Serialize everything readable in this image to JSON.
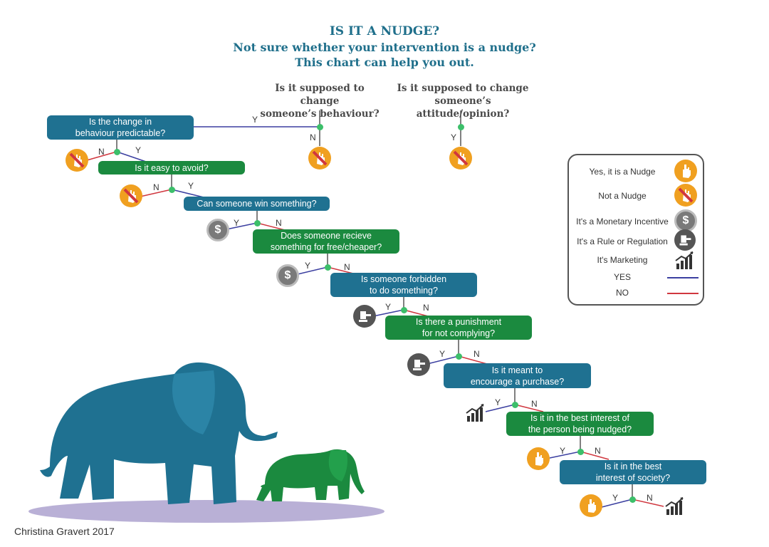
{
  "header": {
    "title": "IS IT A NUDGE?",
    "subtitle_1": "Not sure whether your intervention is a nudge?",
    "subtitle_2": "This chart can help you out."
  },
  "top_questions": {
    "behaviour": "Is it supposed to change\nsomeone’s behaviour?",
    "attitude": "Is it supposed to change\nsomeone’s attitude/opinion?"
  },
  "questions": [
    {
      "id": "q1",
      "text": "Is the change in\nbehaviour predictable?",
      "color": "blue"
    },
    {
      "id": "q2",
      "text": "Is it easy to avoid?",
      "color": "green"
    },
    {
      "id": "q3",
      "text": "Can someone win something?",
      "color": "blue"
    },
    {
      "id": "q4",
      "text": "Does someone recieve\nsomething for free/cheaper?",
      "color": "green"
    },
    {
      "id": "q5",
      "text": "Is someone forbidden\nto do something?",
      "color": "blue"
    },
    {
      "id": "q6",
      "text": "Is there a punishment\nfor not complying?",
      "color": "green"
    },
    {
      "id": "q7",
      "text": "Is it meant to\nencourage a purchase?",
      "color": "blue"
    },
    {
      "id": "q8",
      "text": "Is it in the best interest of\nthe person being nudged?",
      "color": "green"
    },
    {
      "id": "q9",
      "text": "Is it in the best\ninterest of society?",
      "color": "blue"
    }
  ],
  "labels": {
    "yes": "Y",
    "no": "N"
  },
  "legend": {
    "nudge": "Yes, it is a Nudge",
    "not_nudge": "Not a Nudge",
    "monetary": "It's a Monetary Incentive",
    "rule": "It's a Rule or Regulation",
    "marketing": "It's Marketing",
    "yes": "YES",
    "no": "NO"
  },
  "colors": {
    "blue_box": "#1f7191",
    "green_box": "#1b8a3f",
    "yes_line": "#3b3fa0",
    "no_line": "#d0373f",
    "node": "#3cbf6a",
    "title": "#1f6f8b",
    "orange_icon": "#f0a020",
    "elephant_large": "#1f7191",
    "elephant_small": "#1b8a3f",
    "shadow": "#b9b0d6"
  },
  "icons": [
    "hand-pointer-icon",
    "no-entry-icon",
    "dollar-coin-icon",
    "gavel-icon",
    "chart-rising-icon",
    "elephant-illustration"
  ],
  "credit": "Christina Gravert 2017"
}
